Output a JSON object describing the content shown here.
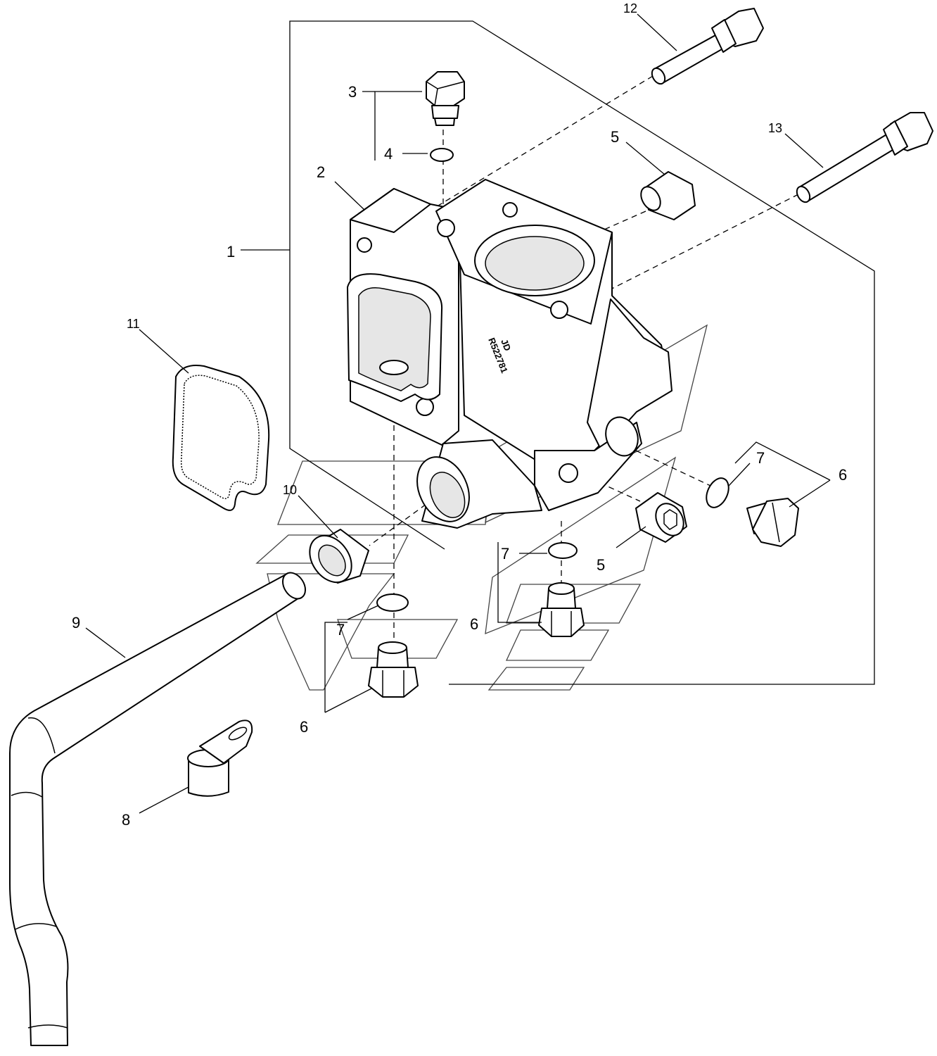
{
  "callouts": {
    "c1": "1",
    "c2": "2",
    "c3": "3",
    "c4": "4",
    "c5a": "5",
    "c5b": "5",
    "c6a": "6",
    "c6b": "6",
    "c6c": "6",
    "c7a": "7",
    "c7b": "7",
    "c7c": "7",
    "c8": "8",
    "c9": "9",
    "c10": "10",
    "c11": "11",
    "c12": "12",
    "c13": "13"
  },
  "housing_marking": {
    "line1": "JD",
    "line2": "R522781"
  }
}
